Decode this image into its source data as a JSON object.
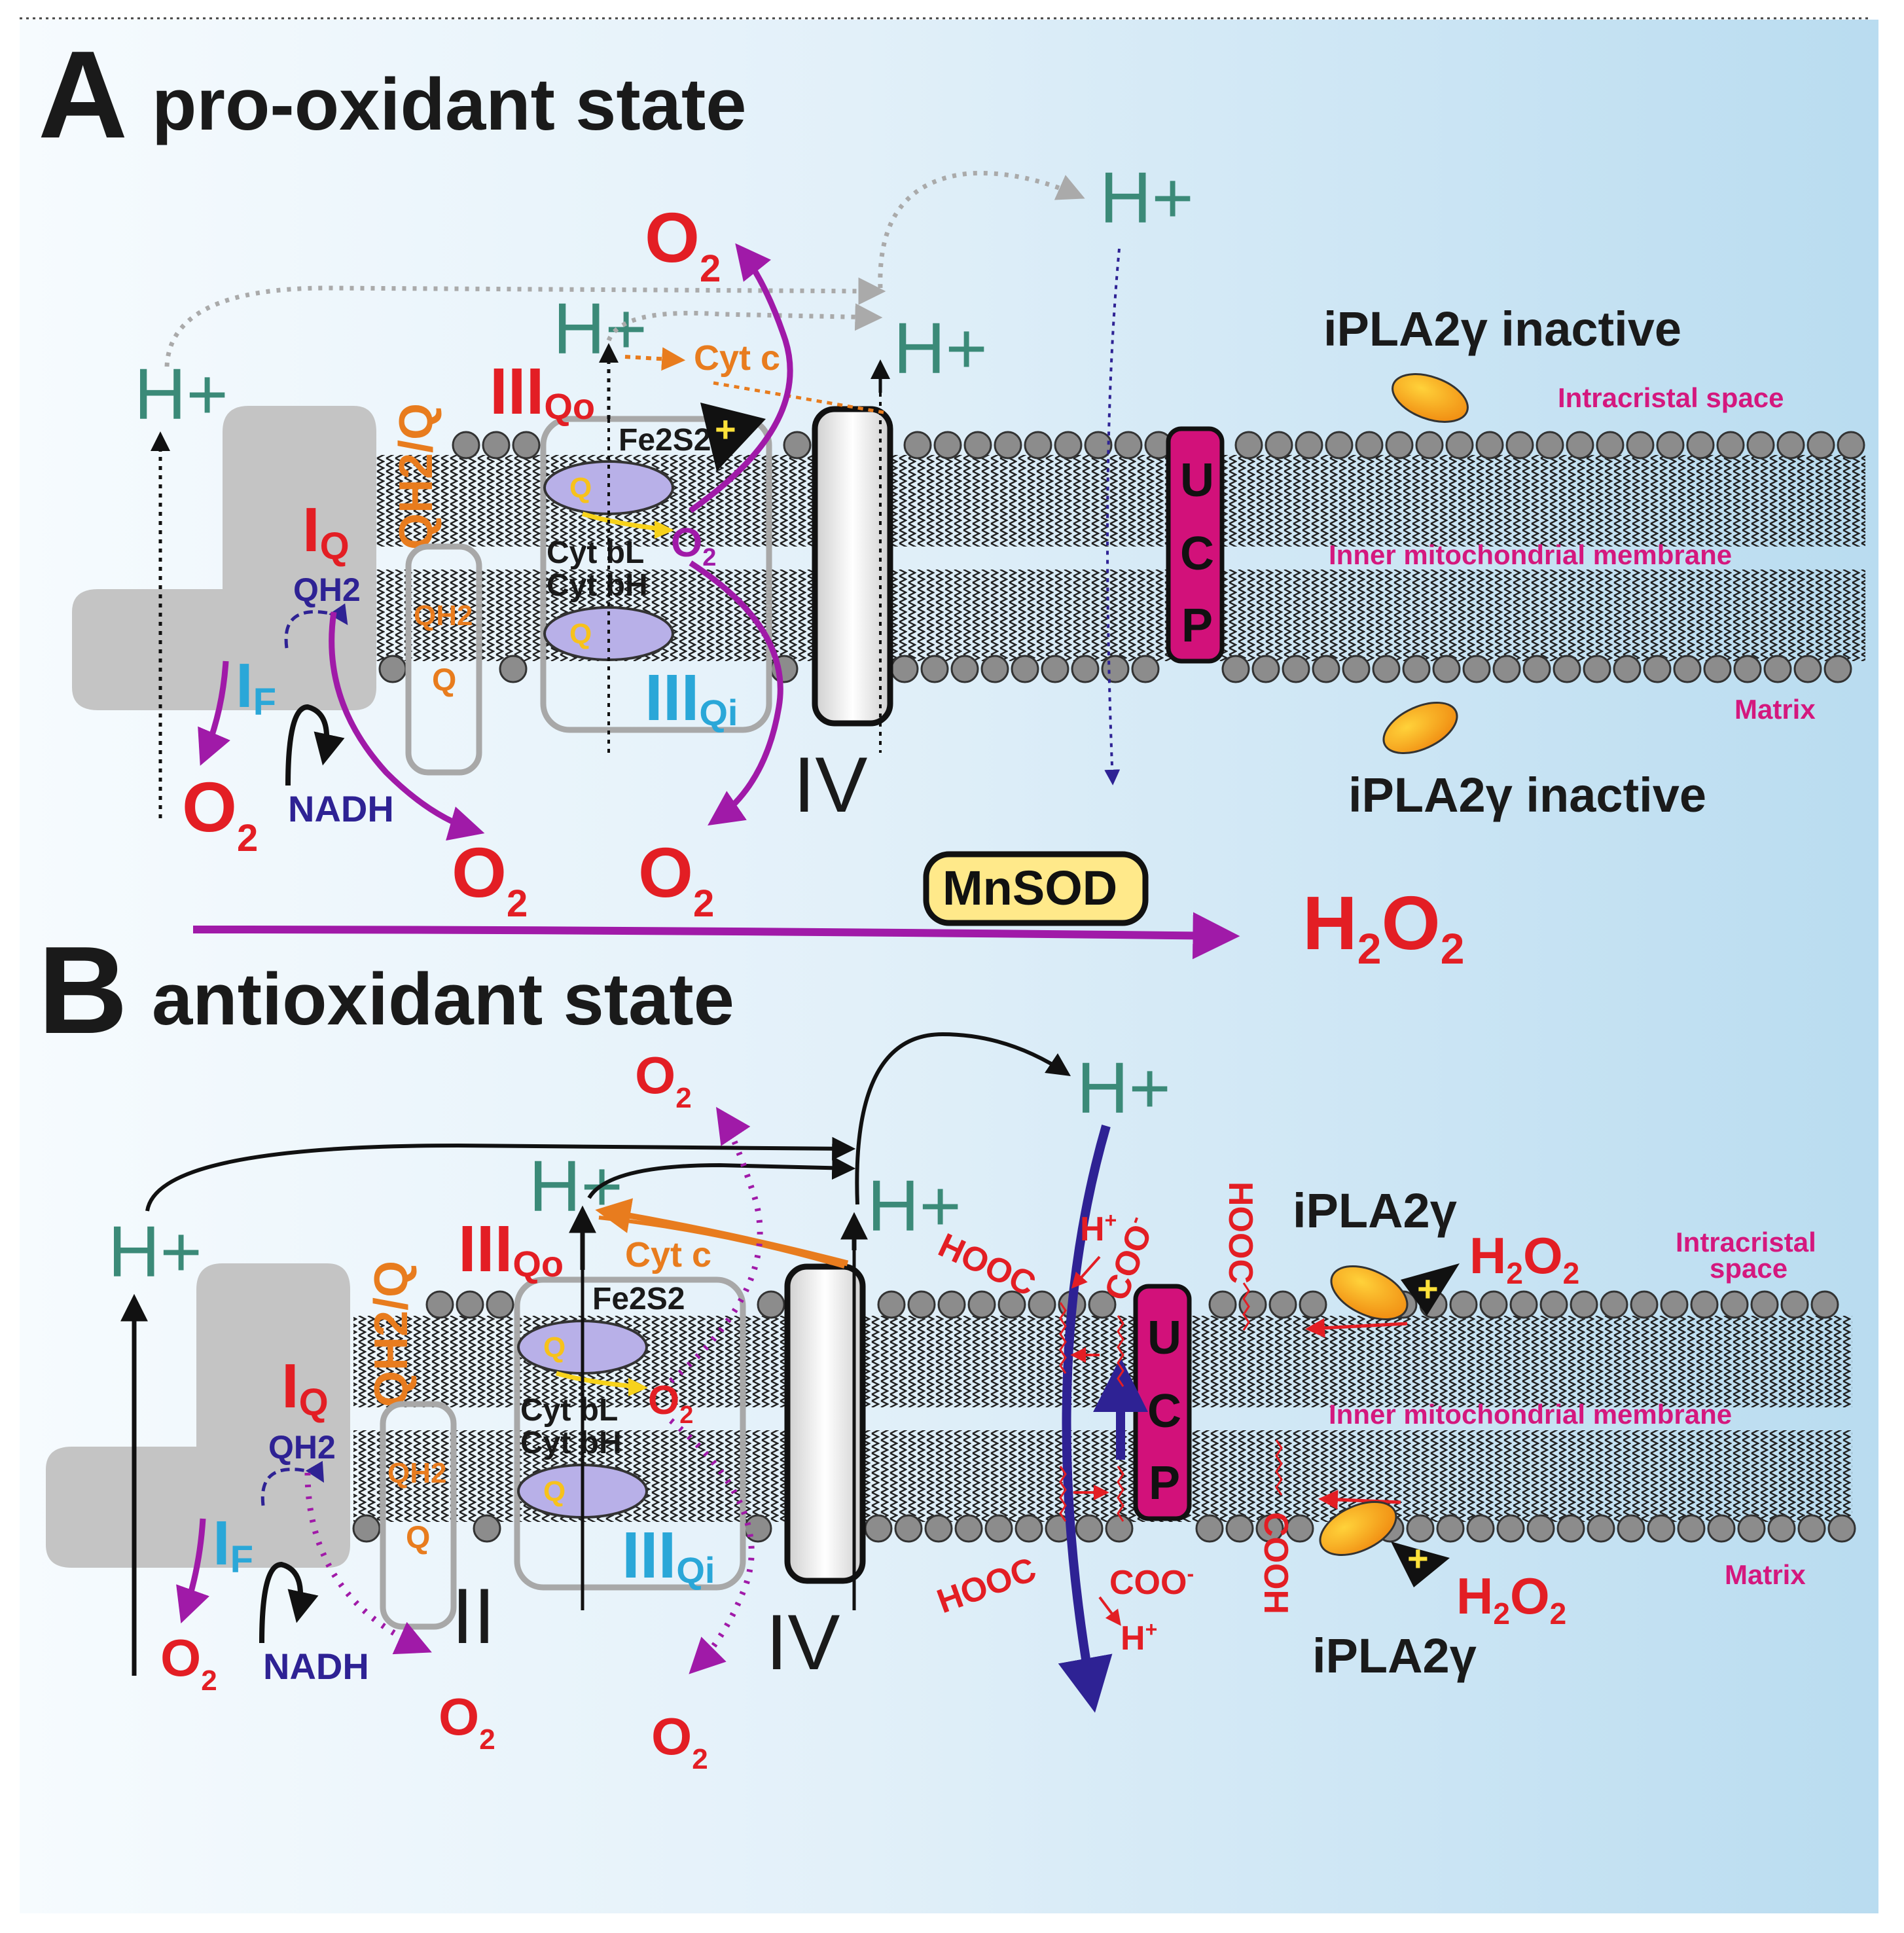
{
  "colors": {
    "bg_left": "#f4f9fd",
    "bg_right": "#bfdff1",
    "lipid_head": "#8c8c8c",
    "protein_gray": "#c8c8c8",
    "superoxide_red": "#e31e24",
    "proton_teal": "#3b8a78",
    "complex_red": "#e31e24",
    "complex_blue": "#2aa7d8",
    "orange": "#e87c1e",
    "purple": "#a01aa8",
    "navy": "#2e2294",
    "magenta": "#d4187e",
    "ucp_fill": "#d2117a",
    "mnsod_fill": "#ffe98a",
    "ellipse_q": "#b8b0e8",
    "ipla_orange": "#f7a81b"
  },
  "panel_a": {
    "letter": "A",
    "title": "pro-oxidant state",
    "ipla_top": "iPLA2γ inactive",
    "ipla_bottom": "iPLA2γ inactive",
    "intracristal": "Intracristal space",
    "inner_membrane": "Inner mitochondrial membrane",
    "matrix": "Matrix",
    "ucp_letters": [
      "U",
      "C",
      "P"
    ],
    "complex_I_Q": "I",
    "complex_I_Q_sub": "Q",
    "complex_I_F": "I",
    "complex_I_F_sub": "F",
    "qh2q_label": "QH2/Q",
    "qh2_inside": "QH2",
    "qh2_box": "QH2",
    "q_box": "Q",
    "complex_III_o": "III",
    "complex_III_o_sub": "Qo",
    "complex_III_i": "III",
    "complex_III_i_sub": "Qi",
    "fe2s2": "Fe2S2",
    "cyt_bl": "Cyt bL",
    "cyt_bh": "Cyt bH",
    "cyt_c": "Cyt c",
    "q_semi": "Q",
    "complex_IV": "IV",
    "nadh": "NADH",
    "mnsod": "MnSOD",
    "h2o2": "H2O2",
    "hplus": "H+",
    "superoxide": "O2"
  },
  "panel_b": {
    "letter": "B",
    "title": "antioxidant state",
    "ipla_top": "iPLA2γ",
    "ipla_bottom": "iPLA2γ",
    "intracristal_1": "Intracristal",
    "intracristal_2": "space",
    "inner_membrane": "Inner mitochondrial membrane",
    "matrix": "Matrix",
    "complex_II": "II",
    "complex_IV": "IV",
    "nadh": "NADH",
    "cyt_c": "Cyt c",
    "hooc": "HOOC",
    "coo": "COO",
    "cooh": "COOH",
    "h2o2": "H2O2",
    "hplus": "H+"
  }
}
